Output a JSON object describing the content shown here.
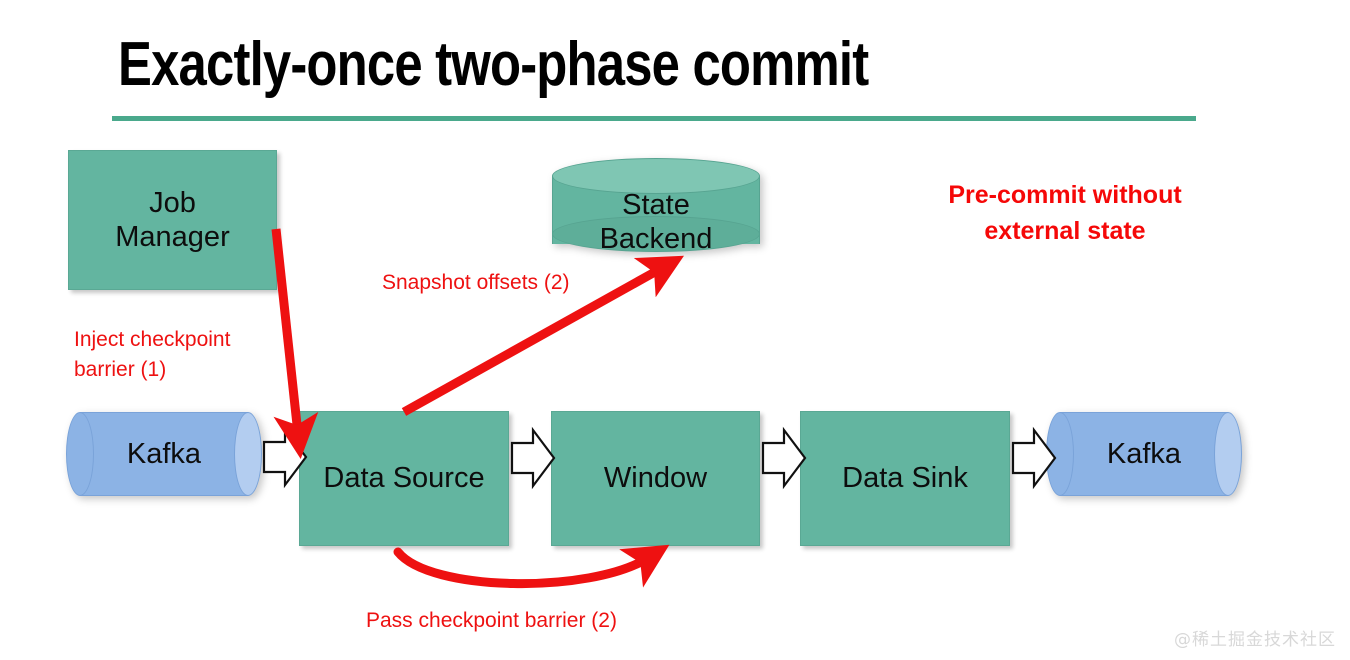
{
  "slide": {
    "title": "Exactly-once two-phase commit",
    "accent_color": "#4aa98c",
    "background": "#ffffff",
    "watermark": "@稀土掘金技术社区"
  },
  "palette": {
    "teal_fill": "#63b5a0",
    "blue_fill": "#8cb3e5",
    "blue_cap": "#b3cdf0",
    "annotation_red": "#ee1111",
    "emphasis_red": "#f50808",
    "text_black": "#0d0d0d",
    "arrow_outline": "#000000",
    "arrow_fill": "#ffffff"
  },
  "nodes": {
    "job_manager": {
      "label": "Job\nManager",
      "shape": "rectangle",
      "fill": "#63b5a0"
    },
    "state_backend": {
      "label": "State\nBackend",
      "shape": "cylinder",
      "fill": "#63b5a0"
    },
    "kafka_source": {
      "label": "Kafka",
      "shape": "cylinder-horizontal",
      "fill": "#8cb3e5"
    },
    "data_source": {
      "label": "Data Source",
      "shape": "rectangle",
      "fill": "#63b5a0"
    },
    "window": {
      "label": "Window",
      "shape": "rectangle",
      "fill": "#63b5a0"
    },
    "data_sink": {
      "label": "Data Sink",
      "shape": "rectangle",
      "fill": "#63b5a0"
    },
    "kafka_sink": {
      "label": "Kafka",
      "shape": "cylinder-horizontal",
      "fill": "#8cb3e5"
    }
  },
  "annotations": {
    "inject": "Inject checkpoint\nbarrier (1)",
    "snapshot": "Snapshot offsets (2)",
    "pass": "Pass checkpoint barrier (2)",
    "precommit": "Pre-commit without\nexternal state"
  },
  "flow_arrows": [
    {
      "name": "kafka-source-to-data-source",
      "style": "block-arrow-hollow"
    },
    {
      "name": "data-source-to-window",
      "style": "block-arrow-hollow"
    },
    {
      "name": "window-to-data-sink",
      "style": "block-arrow-hollow"
    },
    {
      "name": "data-sink-to-kafka-sink",
      "style": "block-arrow-hollow"
    }
  ],
  "red_arrows": [
    {
      "name": "job-manager-to-data-source",
      "style": "straight",
      "label": "Inject checkpoint barrier (1)"
    },
    {
      "name": "data-source-to-state-backend",
      "style": "straight",
      "label": "Snapshot offsets (2)"
    },
    {
      "name": "data-source-to-window-curved",
      "style": "curved",
      "label": "Pass checkpoint barrier (2)"
    }
  ]
}
